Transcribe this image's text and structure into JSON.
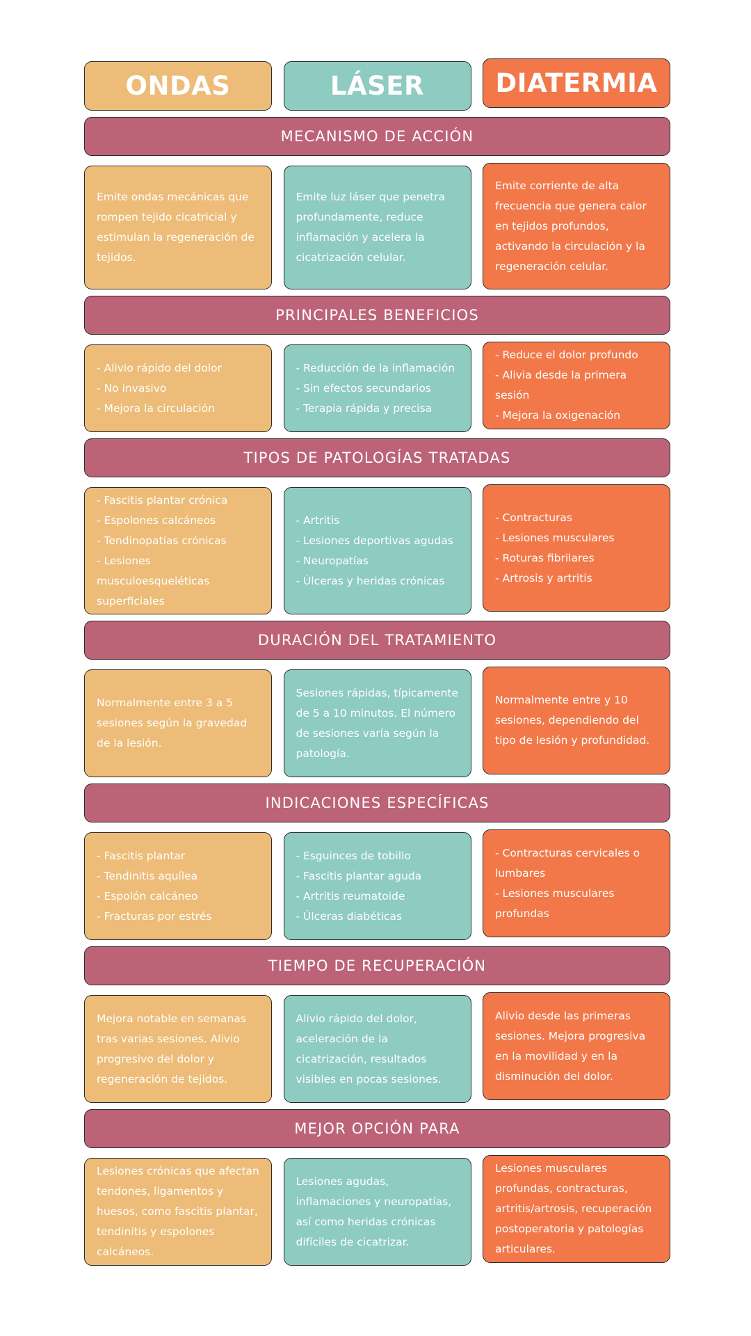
{
  "columns": {
    "ondas": "ONDAS",
    "laser": "LÁSER",
    "diatermia": "DIATERMIA"
  },
  "colors": {
    "ondas": "#ecbc78",
    "laser": "#8ecbc1",
    "diatermia": "#f27849",
    "section_band": "#bc6378"
  },
  "sections": [
    {
      "title": "MECANISMO DE ACCIÓN",
      "ondas": "Emite ondas mecánicas que rompen tejido cicatricial y estimulan la regeneración de tejidos.",
      "laser": "Emite luz láser que penetra profundamente, reduce inflamación y acelera la cicatrización celular.",
      "diatermia": "Emite corriente de alta frecuencia que genera calor en tejidos profundos, activando la circulación y la regeneración celular."
    },
    {
      "title": "PRINCIPALES BENEFICIOS",
      "ondas": "- Alivio rápido del dolor\n- No invasivo\n- Mejora la circulación",
      "laser": "- Reducción de la inflamación\n- Sin efectos secundarios\n- Terapia rápida y precisa",
      "diatermia": "- Reduce el dolor profundo\n- Alivia desde la primera sesión\n- Mejora la oxigenación"
    },
    {
      "title": "TIPOS DE PATOLOGÍAS TRATADAS",
      "ondas": "- Fascitis plantar crónica\n- Espolones calcáneos\n- Tendinopatías crónicas\n- Lesiones musculoesqueléticas superficiales",
      "laser": "- Artritis\n- Lesiones deportivas agudas\n- Neuropatías\n- Úlceras y heridas crónicas",
      "diatermia": "- Contracturas\n- Lesiones musculares\n- Roturas fibrilares\n- Artrosis y artritis"
    },
    {
      "title": "DURACIÓN DEL TRATAMIENTO",
      "ondas": "Normalmente entre 3 a 5 sesiones según la gravedad de la lesión.",
      "laser": "Sesiones rápidas, típicamente de 5 a 10 minutos. El número de sesiones varía según la patología.",
      "diatermia": "Normalmente entre  y 10 sesiones, dependiendo del tipo de lesión y profundidad."
    },
    {
      "title": "INDICACIONES ESPECÍFICAS",
      "ondas": "- Fascitis plantar\n- Tendinitis aquílea\n- Espolón calcáneo\n- Fracturas por estrés",
      "laser": "- Esguinces de tobillo\n- Fascitis plantar aguda\n- Artritis reumatoide\n- Úlceras diabéticas",
      "diatermia": "- Contracturas cervicales o lumbares\n- Lesiones musculares profundas"
    },
    {
      "title": "TIEMPO DE RECUPERACIÓN",
      "ondas": "Mejora notable en semanas tras varias sesiones. Alivio progresivo del dolor y regeneración de tejidos.",
      "laser": "Alivio rápido del dolor, aceleración de la cicatrización, resultados visibles en pocas sesiones.",
      "diatermia": "Alivio desde las primeras sesiones. Mejora progresiva en la movilidad y en la disminución del dolor."
    },
    {
      "title": "MEJOR OPCIÓN PARA",
      "ondas": "Lesiones crónicas que afectan tendones, ligamentos y huesos, como fascitis plantar, tendinitis y espolones calcáneos.",
      "laser": "Lesiones agudas, inflamaciones y neuropatías, así como heridas crónicas difíciles de cicatrizar.",
      "diatermia": "Lesiones musculares profundas, contracturas, artritis/artrosis, recuperación postoperatoria y patologías articulares."
    }
  ]
}
